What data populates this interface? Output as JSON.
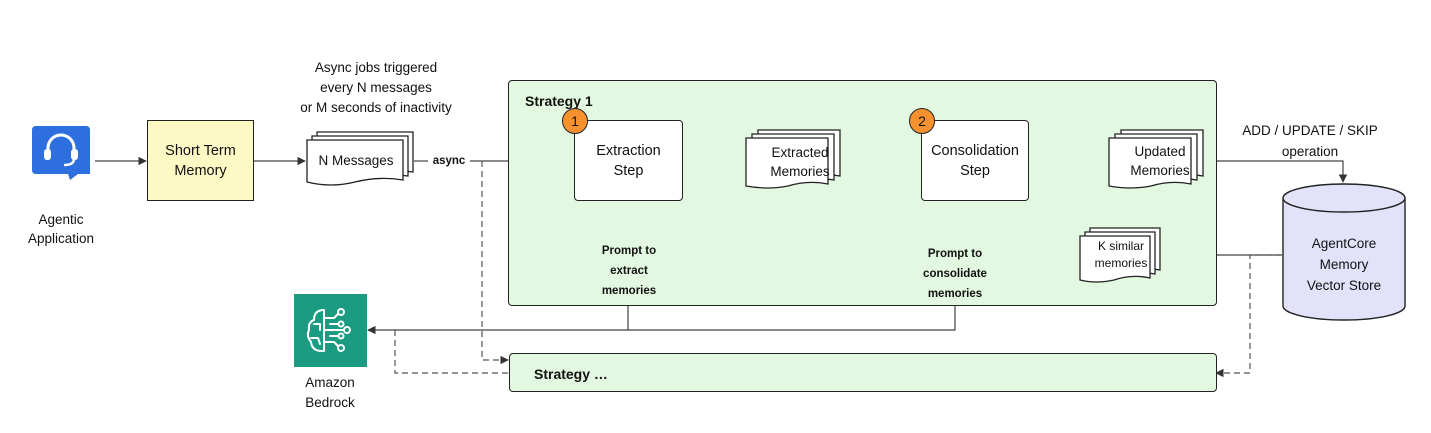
{
  "agentic_app": {
    "label_line1": "Agentic",
    "label_line2": "Application",
    "icon": "headset-icon",
    "icon_color": "#2e6fe0"
  },
  "short_term_memory": {
    "line1": "Short Term",
    "line2": "Memory",
    "fill": "#fcf9c4"
  },
  "async_note": {
    "line1": "Async jobs triggered",
    "line2": "every N messages",
    "line3": "or M seconds of inactivity"
  },
  "n_messages": "N Messages",
  "async_label": "async",
  "strategy1": {
    "title": "Strategy 1",
    "fill": "#e3f8e0",
    "extraction": {
      "badge": "1",
      "line1": "Extraction",
      "line2": "Step"
    },
    "extracted": {
      "line1": "Extracted",
      "line2": "Memories"
    },
    "consolidation": {
      "badge": "2",
      "line1": "Consolidation",
      "line2": "Step"
    },
    "updated": {
      "line1": "Updated",
      "line2": "Memories"
    },
    "k_similar": {
      "line1": "K similar",
      "line2": "memories"
    },
    "prompt_extract": {
      "line1": "Prompt to",
      "line2": "extract",
      "line3": "memories"
    },
    "prompt_consolidate": {
      "line1": "Prompt to",
      "line2": "consolidate",
      "line3": "memories"
    }
  },
  "operation_note": {
    "line1": "ADD / UPDATE / SKIP",
    "line2": "operation"
  },
  "vector_store": {
    "line1": "AgentCore",
    "line2": "Memory",
    "line3": "Vector Store",
    "fill": "#e2e3fb"
  },
  "bedrock": {
    "line1": "Amazon",
    "line2": "Bedrock",
    "icon": "bedrock-brain-icon",
    "icon_color": "#1b9b82"
  },
  "strategy_more": "Strategy …",
  "badge_color": "#f5922f"
}
